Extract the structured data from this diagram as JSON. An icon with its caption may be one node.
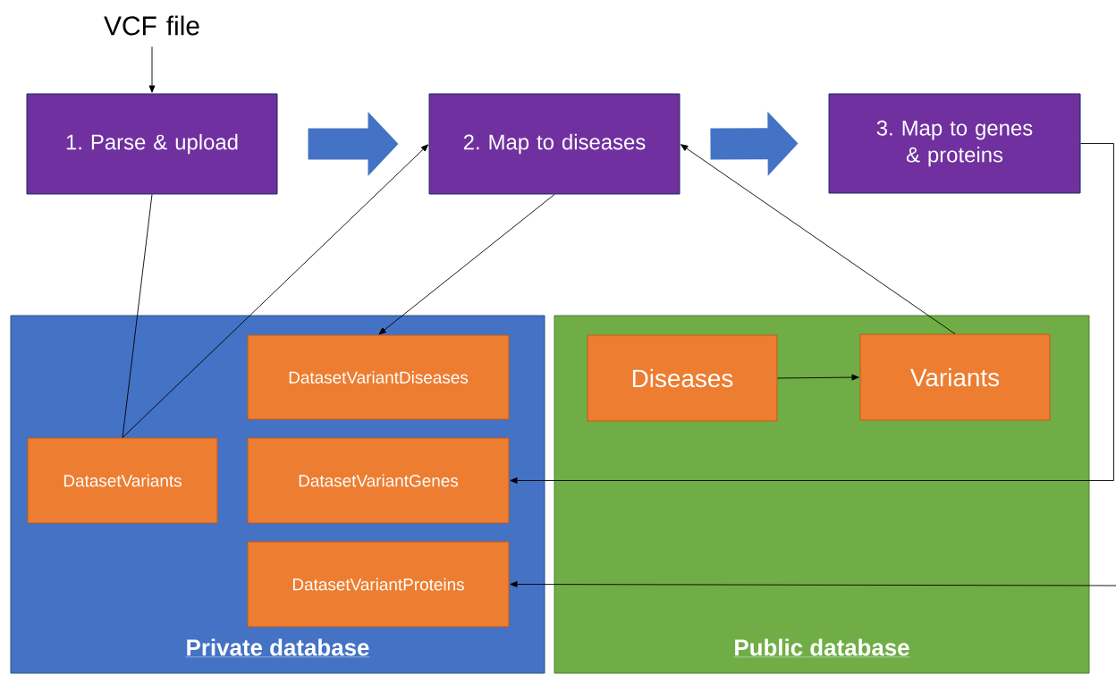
{
  "diagram": {
    "nodes": [
      {
        "text": [
          "VCF file"
        ]
      },
      {
        "text": [
          "1. Parse & upload"
        ]
      },
      {
        "text": [
          "2. Map to diseases"
        ]
      },
      {
        "text": [
          "3. Map to genes & proteins"
        ]
      },
      {
        "text": [
          "Private database"
        ]
      },
      {
        "text": [
          "DatasetVariantDiseases"
        ],
        "in": 4
      },
      {
        "text": [
          "DatasetVariants"
        ],
        "in": 4
      },
      {
        "text": [
          "DatasetVariantGenes"
        ],
        "in": 4
      },
      {
        "text": [
          "DatasetVariantProteins"
        ],
        "in": 4
      },
      {
        "text": [
          "Public database"
        ]
      },
      {
        "text": [
          "Diseases"
        ],
        "in": 9
      },
      {
        "text": [
          "Variants"
        ],
        "in": 9
      }
    ],
    "edges": [
      {
        "from": 0,
        "to": 1,
        "arrow": "to"
      },
      {
        "from": 1,
        "to": 2,
        "arrow": "to",
        "style": "thick",
        "color": "#4472c4"
      },
      {
        "from": 2,
        "to": 3,
        "arrow": "to",
        "style": "thick",
        "color": "#4472c4"
      },
      {
        "from": 1,
        "to": 6,
        "arrow": "none"
      },
      {
        "from": 6,
        "to": 2,
        "arrow": "to"
      },
      {
        "from": 2,
        "to": 5,
        "arrow": "to"
      },
      {
        "from": 11,
        "to": 2,
        "arrow": "to"
      },
      {
        "from": 10,
        "to": 11,
        "arrow": "to"
      },
      {
        "from": 3,
        "to": 7,
        "arrow": "to"
      },
      {
        "from": null,
        "to": 8,
        "arrow": "to"
      }
    ]
  }
}
